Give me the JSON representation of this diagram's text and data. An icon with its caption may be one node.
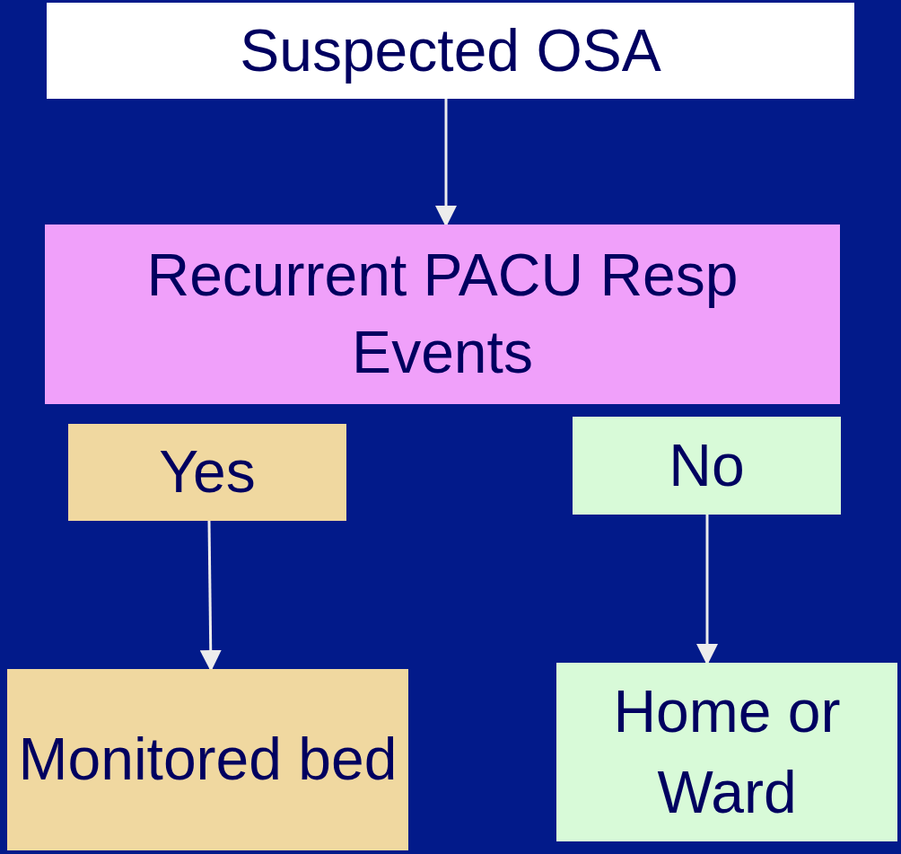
{
  "diagram": {
    "nodes": [
      {
        "text": [
          "Suspected OSA"
        ]
      },
      {
        "text": [
          "Recurrent PACU Resp Events"
        ]
      },
      {
        "text": [
          "Yes"
        ]
      },
      {
        "text": [
          "No"
        ]
      },
      {
        "text": [
          "Monitored bed"
        ]
      },
      {
        "text": [
          "Home or Ward"
        ]
      }
    ],
    "edges": [
      {
        "from": 0,
        "to": 1,
        "arrow": "to"
      },
      {
        "from": 2,
        "to": 4,
        "arrow": "to"
      },
      {
        "from": 3,
        "to": 5,
        "arrow": "to"
      }
    ]
  }
}
